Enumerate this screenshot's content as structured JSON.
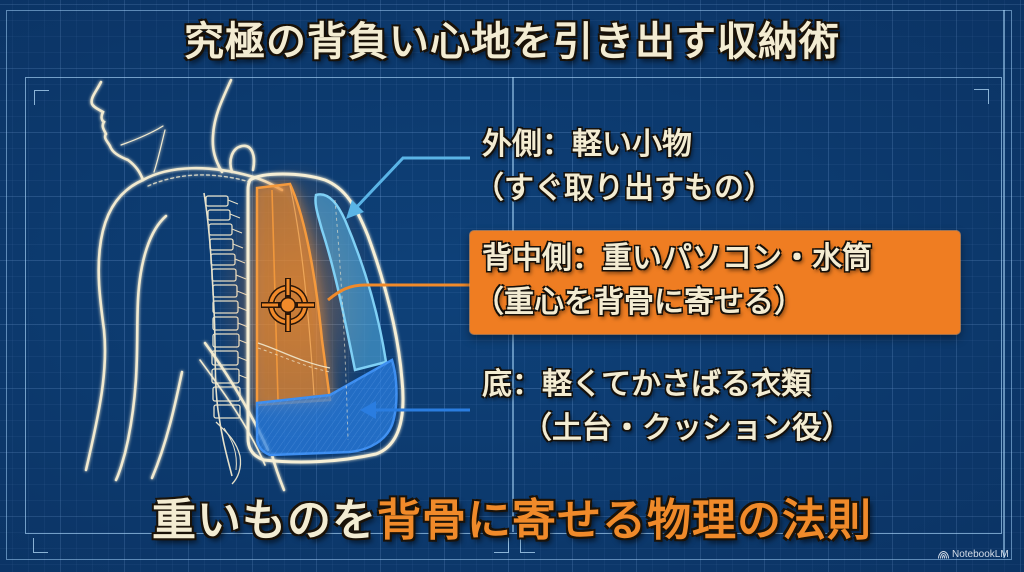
{
  "title": "究極の背負い心地を引き出す収納術",
  "callouts": {
    "outer": {
      "line1": "外側：軽い小物",
      "line2": "（すぐ取り出すもの）",
      "color": "#5ab4e6"
    },
    "back": {
      "line1": "背中側：重いパソコン・水筒",
      "line2": "（重心を背骨に寄せる）",
      "box_color": "#ef7d22"
    },
    "bottom": {
      "line1": "底：軽くてかさばる衣類",
      "line2": "（土台・クッション役）",
      "color": "#2a7de0"
    }
  },
  "bottom_title": {
    "part1": "重いものを",
    "part2": "背骨に寄せる物理の法則"
  },
  "diagram": {
    "figure": "human-silhouette-side-view",
    "spine": "spine-outline",
    "backpack_zones": [
      {
        "name": "back-side-zone",
        "color": "#f08a2a"
      },
      {
        "name": "outer-zone",
        "color": "#5ab4e6"
      },
      {
        "name": "bottom-zone",
        "color": "#2a7de0"
      }
    ],
    "center_of_gravity_icon": "crosshair-target"
  },
  "colors": {
    "background": "#0e4179",
    "grid_line": "#78aae6",
    "cream_text": "#f3ecd2",
    "accent_orange": "#f08a2a",
    "light_blue": "#5ab4e6",
    "blue": "#2a7de0"
  },
  "watermark": "NotebookLM"
}
